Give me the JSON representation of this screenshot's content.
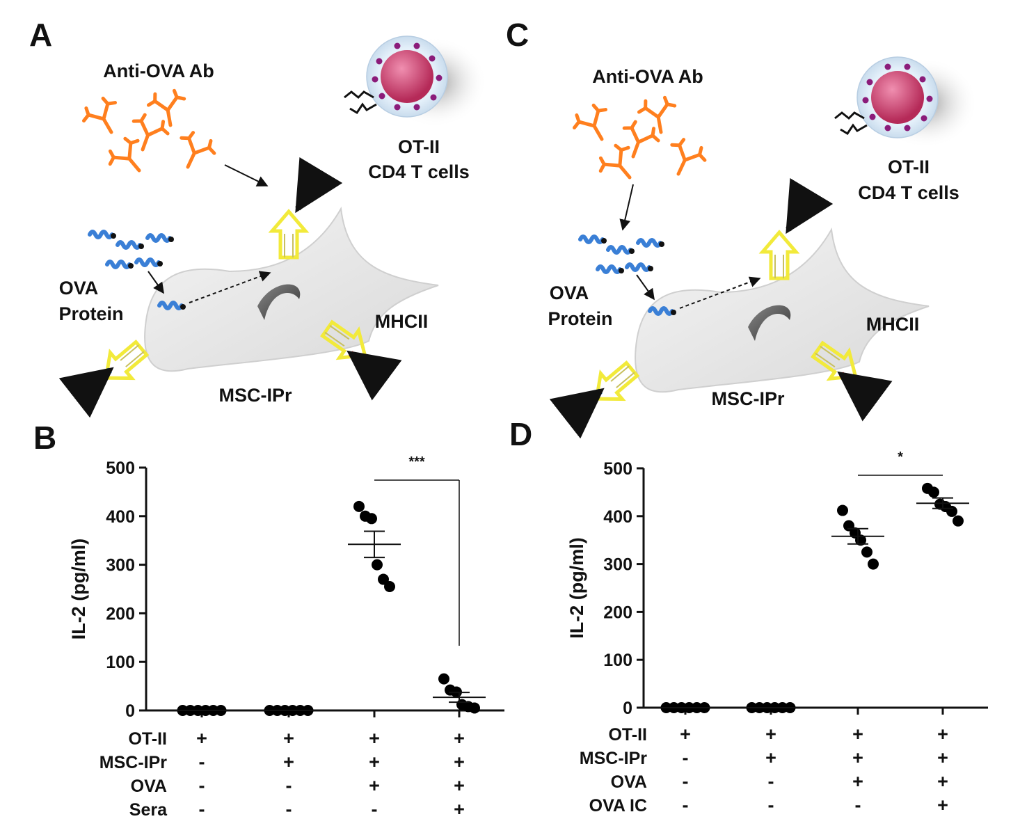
{
  "panels": {
    "A": {
      "letter": "A",
      "antibody_label": "Anti-OVA Ab",
      "tcell_label_1": "OT-II",
      "tcell_label_2": "CD4 T cells",
      "ova_label_1": "OVA",
      "ova_label_2": "Protein",
      "mhc_label": "MHCII",
      "msc_label": "MSC-IPr"
    },
    "C": {
      "letter": "C",
      "antibody_label": "Anti-OVA Ab",
      "tcell_label_1": "OT-II",
      "tcell_label_2": "CD4 T cells",
      "ova_label_1": "OVA",
      "ova_label_2": "Protein",
      "mhc_label": "MHCII",
      "msc_label": "MSC-IPr"
    },
    "B": {
      "letter": "B"
    },
    "D": {
      "letter": "D"
    }
  },
  "colors": {
    "antibody": "#ff7f1e",
    "ova": "#3a7fd6",
    "mhc": "#f2ea3a",
    "tcell": "#d6456f",
    "dot": "#000000"
  },
  "chart_data": [
    {
      "id": "B",
      "type": "scatter",
      "ylabel": "IL-2 (pg/ml)",
      "ylim": [
        0,
        500
      ],
      "yticks": [
        "0",
        "100",
        "200",
        "300",
        "400",
        "500"
      ],
      "significance": "***",
      "significance_pair": [
        3,
        4
      ],
      "condition_rows": [
        {
          "label": "OT-II",
          "values": [
            "+",
            "+",
            "+",
            "+"
          ]
        },
        {
          "label": "MSC-IPr",
          "values": [
            "-",
            "+",
            "+",
            "+"
          ]
        },
        {
          "label": "OVA",
          "values": [
            "-",
            "-",
            "+",
            "+"
          ]
        },
        {
          "label": "Sera",
          "values": [
            "-",
            "-",
            "-",
            "+"
          ]
        }
      ],
      "groups": [
        {
          "points": [
            0,
            0,
            0,
            0,
            0,
            0
          ],
          "mean": 0,
          "sem": 0
        },
        {
          "points": [
            0,
            0,
            0,
            0,
            0,
            0
          ],
          "mean": 0,
          "sem": 0
        },
        {
          "points": [
            420,
            400,
            395,
            300,
            270,
            255
          ],
          "mean": 342,
          "sem": 27
        },
        {
          "points": [
            65,
            42,
            38,
            12,
            8,
            5
          ],
          "mean": 27,
          "sem": 10
        }
      ]
    },
    {
      "id": "D",
      "type": "scatter",
      "ylabel": "IL-2 (pg/ml)",
      "ylim": [
        0,
        500
      ],
      "yticks": [
        "0",
        "100",
        "200",
        "300",
        "400",
        "500"
      ],
      "significance": "*",
      "significance_pair": [
        3,
        4
      ],
      "condition_rows": [
        {
          "label": "OT-II",
          "values": [
            "+",
            "+",
            "+",
            "+"
          ]
        },
        {
          "label": "MSC-IPr",
          "values": [
            "-",
            "+",
            "+",
            "+"
          ]
        },
        {
          "label": "OVA",
          "values": [
            "-",
            "-",
            "+",
            "+"
          ]
        },
        {
          "label": "OVA IC",
          "values": [
            "-",
            "-",
            "-",
            "+"
          ]
        }
      ],
      "groups": [
        {
          "points": [
            0,
            0,
            0,
            0,
            0,
            0
          ],
          "mean": 0,
          "sem": 0
        },
        {
          "points": [
            0,
            0,
            0,
            0,
            0,
            0
          ],
          "mean": 0,
          "sem": 0
        },
        {
          "points": [
            412,
            380,
            365,
            350,
            325,
            300
          ],
          "mean": 358,
          "sem": 16
        },
        {
          "points": [
            458,
            450,
            425,
            420,
            410,
            390
          ],
          "mean": 427,
          "sem": 11
        }
      ]
    }
  ]
}
